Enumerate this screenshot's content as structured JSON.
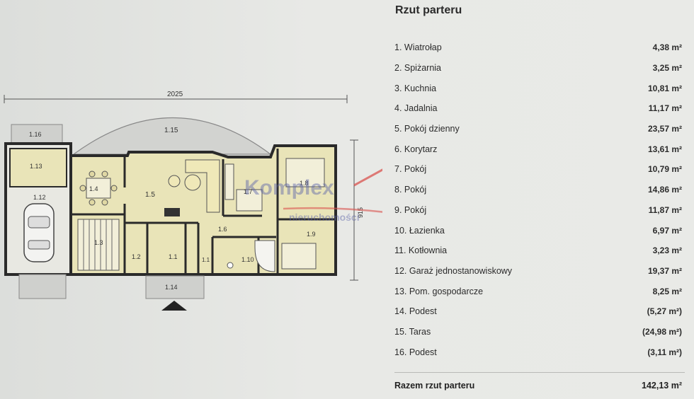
{
  "panel": {
    "title": "Rzut parteru",
    "rooms": [
      {
        "label": "1. Wiatrołap",
        "area": "4,38 m²"
      },
      {
        "label": "2. Spiżarnia",
        "area": "3,25 m²"
      },
      {
        "label": "3. Kuchnia",
        "area": "10,81 m²"
      },
      {
        "label": "4. Jadalnia",
        "area": "11,17 m²"
      },
      {
        "label": "5. Pokój dzienny",
        "area": "23,57 m²"
      },
      {
        "label": "6. Korytarz",
        "area": "13,61 m²"
      },
      {
        "label": "7. Pokój",
        "area": "10,79 m²"
      },
      {
        "label": "8. Pokój",
        "area": "14,86 m²"
      },
      {
        "label": "9. Pokój",
        "area": "11,87 m²"
      },
      {
        "label": "10. Łazienka",
        "area": "6,97 m²"
      },
      {
        "label": "11. Kotłownia",
        "area": "3,23 m²"
      },
      {
        "label": "12. Garaż jednostanowiskowy",
        "area": "19,37 m²"
      },
      {
        "label": "13. Pom. gospodarcze",
        "area": "8,25 m²"
      },
      {
        "label": "14. Podest",
        "area": "(5,27 m²)"
      },
      {
        "label": "15. Taras",
        "area": "(24,98 m²)"
      },
      {
        "label": "16. Podest",
        "area": "(3,11 m²)"
      }
    ],
    "total_label": "Razem rzut parteru",
    "total_area": "142,13 m²"
  },
  "plan": {
    "dim_width": "2025",
    "dim_depth": "915",
    "watermark_top": "Komplex",
    "watermark_bottom": "nieruchomości",
    "labels": {
      "r1_1a": "1.1",
      "r1_1b": "1.1",
      "r1_2": "1.2",
      "r1_3": "1.3",
      "r1_4": "1.4",
      "r1_5": "1.5",
      "r1_6": "1.6",
      "r1_7": "1.7",
      "r1_8": "1.8",
      "r1_9": "1.9",
      "r1_10": "1.10",
      "r1_12": "1.12",
      "r1_13": "1.13",
      "r1_14": "1.14",
      "r1_15": "1.15",
      "r1_16": "1.16"
    },
    "colors": {
      "room_fill": "#e9e4b8",
      "wall": "#2a2a2a",
      "terrace": "#cfd0cd",
      "watermark_red": "#d9534f",
      "watermark_blue": "#5b63a8"
    }
  }
}
